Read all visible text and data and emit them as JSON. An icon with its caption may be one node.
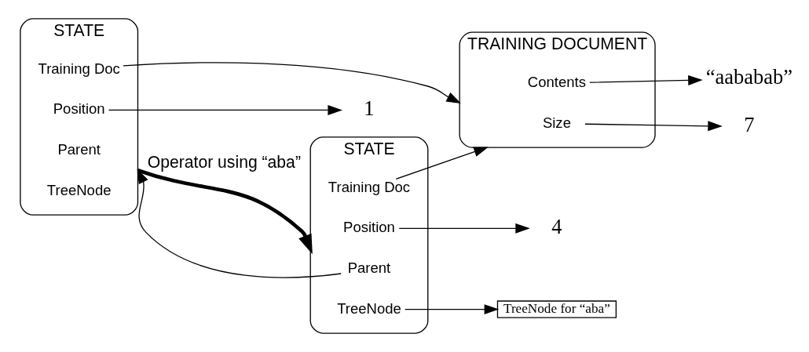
{
  "diagram": {
    "nodes": [
      {
        "text": [
          "TRAINING DOCUMENT"
        ]
      },
      {
        "text": [
          "Contents"
        ],
        "in": 0
      },
      {
        "text": [
          "Size"
        ],
        "in": 0
      },
      {
        "text": [
          "“aababab”"
        ]
      },
      {
        "text": [
          "7"
        ]
      },
      {
        "text": [
          "STATE"
        ]
      },
      {
        "text": [
          "Training Doc"
        ],
        "in": 5
      },
      {
        "text": [
          "Position"
        ],
        "in": 5
      },
      {
        "text": [
          "Parent"
        ],
        "in": 5
      },
      {
        "text": [
          "TreeNode"
        ],
        "in": 5
      },
      {
        "text": [
          "1"
        ]
      },
      {
        "text": [
          "STATE"
        ]
      },
      {
        "text": [
          "Training Doc"
        ],
        "in": 11
      },
      {
        "text": [
          "Position"
        ],
        "in": 11
      },
      {
        "text": [
          "Parent"
        ],
        "in": 11
      },
      {
        "text": [
          "TreeNode"
        ],
        "in": 11
      },
      {
        "text": [
          "4"
        ]
      },
      {
        "text": [
          "TreeNode for “aba”"
        ]
      }
    ],
    "edges": [
      {
        "from": 1,
        "to": 3,
        "arrow": "to"
      },
      {
        "from": 2,
        "to": 4,
        "arrow": "to"
      },
      {
        "from": 6,
        "to": 0,
        "arrow": "to"
      },
      {
        "from": 7,
        "to": 10,
        "arrow": "to"
      },
      {
        "from": 5,
        "to": 11,
        "arrow": "to",
        "label": "Operator using “aba”",
        "style": "thick"
      },
      {
        "from": 14,
        "to": 5,
        "arrow": "to"
      },
      {
        "from": 12,
        "to": 0,
        "arrow": "to"
      },
      {
        "from": 13,
        "to": 16,
        "arrow": "to"
      },
      {
        "from": 15,
        "to": 17,
        "arrow": "to"
      }
    ]
  }
}
